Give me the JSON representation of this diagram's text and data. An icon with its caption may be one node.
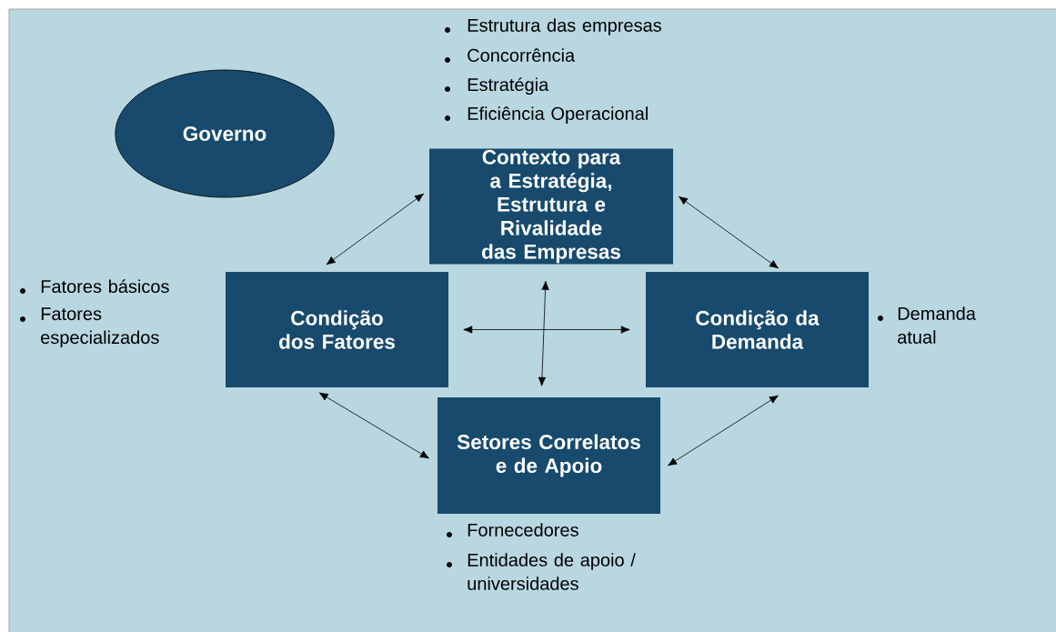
{
  "diagram": {
    "nodes": [
      {
        "text": [
          "Governo"
        ]
      },
      {
        "text": [
          "Contexto para a Estratégia, Estrutura e Rivalidade das Empresas"
        ],
        "beside": [
          "Estrutura das empresas",
          "Concorrência",
          "Estratégia",
          "Eficiência Operacional"
        ]
      },
      {
        "text": [
          "Condição dos Fatores"
        ],
        "beside": [
          "Fatores básicos",
          "Fatores especializados"
        ]
      },
      {
        "text": [
          "Condição da Demanda"
        ],
        "beside": [
          "Demanda atual"
        ]
      },
      {
        "text": [
          "Setores Correlatos e de Apoio"
        ],
        "beside": [
          "Fornecedores",
          "Entidades de apoio / universidades"
        ]
      }
    ],
    "edges": [
      {
        "from": 1,
        "to": 2,
        "arrow": "both"
      },
      {
        "from": 1,
        "to": 3,
        "arrow": "both"
      },
      {
        "from": 2,
        "to": 4,
        "arrow": "both"
      },
      {
        "from": 3,
        "to": 4,
        "arrow": "both"
      },
      {
        "from": 2,
        "to": 3,
        "arrow": "both"
      },
      {
        "from": 1,
        "to": 4,
        "arrow": "both"
      }
    ]
  }
}
